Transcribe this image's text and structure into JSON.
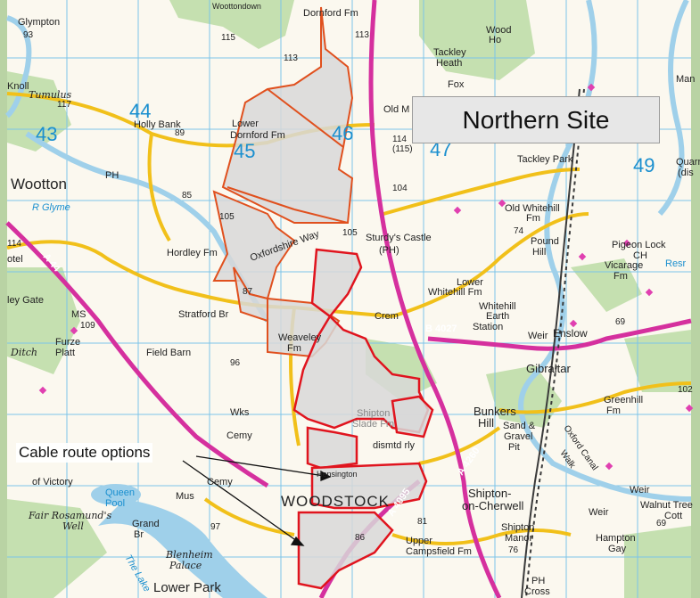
{
  "map": {
    "title": "Northern Site",
    "callout": "Cable route options",
    "colors": {
      "frame": "#b9d3a4",
      "land": "#fbf8ef",
      "site_fill": "#d8d8d8",
      "site_outline": "#e0501e",
      "site_outline_south": "#e0141e",
      "road_major": "#d5309e",
      "road_minor": "#f1c01a",
      "water": "#9fd0ea",
      "wood": "#c5e0b0",
      "rail": "#3a3a3a",
      "grid": "#7cc4e8"
    },
    "grid_numbers": [
      "43",
      "44",
      "45",
      "46",
      "47",
      "49"
    ],
    "place_names": {
      "glympton": "Glympton",
      "wootton": "Wootton",
      "wootton_down": "Woottondown",
      "dornford_fm": "Dornford Fm",
      "lower_dornford": "Lower",
      "lower_dornford2": "Dornford Fm",
      "holly_bank": "Holly Bank",
      "tumulus": "Tumulus",
      "knoll": "Knoll",
      "hordley": "Hordley Fm",
      "oxfordshire_way": "Oxfordshire Way",
      "sturdys_castle": "Sturdy's Castle",
      "sturdys_ph": "(PH)",
      "stratford": "Stratford Br",
      "weaveley": "Weaveley",
      "weaveley_fm": "Fm",
      "crem": "Crem",
      "b4027": "B 4027",
      "a44": "A 44",
      "a4260": "A 4260",
      "a4095": "A 4095",
      "tackley": "Tackley",
      "tackley_heath": "Heath",
      "tackley_park": "Tackley Park",
      "fox": "Fox",
      "wood": "Wood",
      "wood_ho": "Ho",
      "old_whitehill": "Old Whitehill",
      "old_whitehill_fm": "Fm",
      "pound_hill": "Pound",
      "pound_hill2": "Hill",
      "pigeon_lock": "Pigeon Lock",
      "vicarage": "Vicarage",
      "vicarage_fm": "Fm",
      "resr": "Resr",
      "lower_whitehill": "Lower",
      "lower_whitehill_fm": "Whitehill Fm",
      "whitehill_earth": "Whitehill",
      "whitehill_earth2": "Earth",
      "station": "Station",
      "enslow": "Enslow",
      "weir": "Weir",
      "gibraltar": "Gibraltar",
      "greenhill": "Greenhill",
      "greenhill_fm": "Fm",
      "bunkers_hill": "Bunkers",
      "bunkers_hill2": "Hill",
      "sand_gravel": "Sand &",
      "sand_gravel2": "Gravel",
      "sand_gravel3": "Pit",
      "shipton_slade": "Shipton",
      "shipton_slade2": "Slade Fm",
      "dismtd_rly": "dismtd rly",
      "oxford_canal": "Oxford Canal",
      "oxford_canal2": "Walk",
      "field_barn": "Field Barn",
      "furze_platt": "Furze",
      "furze_platt2": "Platt",
      "ditch": "Ditch",
      "ley_gate": "ley Gate",
      "ms": "MS",
      "wks": "Wks",
      "cemy": "Cemy",
      "cemy2": "Cemy",
      "mus": "Mus",
      "of_victory": "of Victory",
      "queen_pool": "Queen",
      "queen_pool2": "Pool",
      "fair_rosamund": "Fair Rosamund's",
      "fair_rosamund2": "Well",
      "grand_bridge": "Grand",
      "grand_bridge2": "Br",
      "blenheim": "Blenheim",
      "blenheim2": "Palace",
      "lower_park": "Lower Park",
      "woodstock": "WOODSTOCK",
      "hensington": "Hensington",
      "shipton_cherwell": "Shipton-",
      "shipton_cherwell2": "on-Cherwell",
      "shipton_manor": "Shipton",
      "shipton_manor2": "Manor",
      "upper_campsfield": "Upper",
      "upper_campsfield2": "Campsfield Fm",
      "hampton_gay": "Hampton",
      "hampton_gay2": "Gay",
      "walnut_tree": "Walnut Tree",
      "walnut_tree2": "Cott",
      "weir2": "Weir",
      "weir3": "Weir",
      "manor": "Man",
      "quarry": "Quarr",
      "quarry2": "(dis",
      "old_m": "Old M",
      "r_glyme": "R Glyme",
      "the_lake": "The Lake",
      "ph_cross": "PH",
      "ph_cross2": "Cross",
      "ph": "PH",
      "otel": "otel",
      "ch": "CH"
    },
    "heights": [
      "115",
      "113",
      "113",
      "117",
      "114",
      "104",
      "105",
      "105",
      "109",
      "89",
      "87",
      "85",
      "96",
      "97",
      "81",
      "86",
      "76",
      "74",
      "69",
      "69",
      "102",
      "114",
      "(115)",
      "93"
    ]
  }
}
